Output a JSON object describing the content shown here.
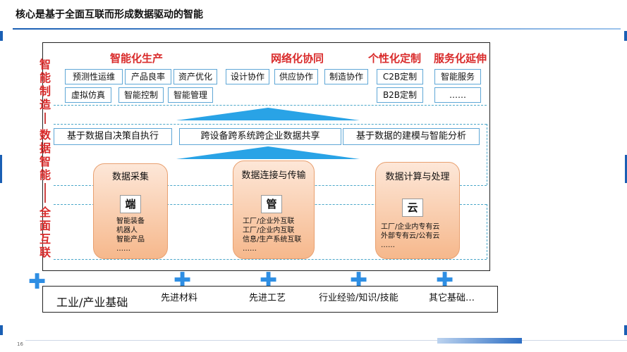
{
  "page": {
    "title": "核心是基于全面互联而形成数据驱动的智能",
    "page_number": "16"
  },
  "side_labels": {
    "smart_manufacturing": [
      "智",
      "能",
      "制",
      "造"
    ],
    "data_intelligence": [
      "数",
      "据",
      "智",
      "能"
    ],
    "full_interconnection": [
      "全",
      "面",
      "互",
      "联"
    ]
  },
  "categories": {
    "intelligent_production": "智能化生产",
    "networked_collaboration": "网络化协同",
    "personalized_customization": "个性化定制",
    "service_extension": "服务化延伸"
  },
  "boxes": {
    "row1": [
      "预测性运维",
      "产品良率",
      "资产优化",
      "设计协作",
      "供应协作",
      "制造协作",
      "C2B定制",
      "智能服务"
    ],
    "row2": [
      "虚拟仿真",
      "智能控制",
      "智能管理",
      "B2B定制",
      "……"
    ]
  },
  "data_bars": [
    "基于数据自决策自执行",
    "跨设备跨系统跨企业数据共享",
    "基于数据的建模与智能分析"
  ],
  "pillars": [
    {
      "title": "数据采集",
      "chip": "端",
      "items": [
        "智能装备",
        "机器人",
        "智能产品",
        "……"
      ]
    },
    {
      "title": "数据连接与传输",
      "chip": "管",
      "items": [
        "工厂/企业外互联",
        "工厂/企业内互联",
        "信息/生产系统互联",
        "……"
      ]
    },
    {
      "title": "数据计算与处理",
      "chip": "云",
      "items": [
        "工厂/企业内专有云",
        "外部专有云/公有云",
        "……"
      ]
    }
  ],
  "foundation": {
    "main": "工业/产业基础",
    "items": [
      "先进材料",
      "先进工艺",
      "行业经验/知识/技能",
      "其它基础…"
    ]
  },
  "colors": {
    "accent_red": "#d92b2b",
    "accent_blue": "#2e8ee3",
    "box_border": "#5fa7d6",
    "pill_fill": "#f6b88c"
  }
}
